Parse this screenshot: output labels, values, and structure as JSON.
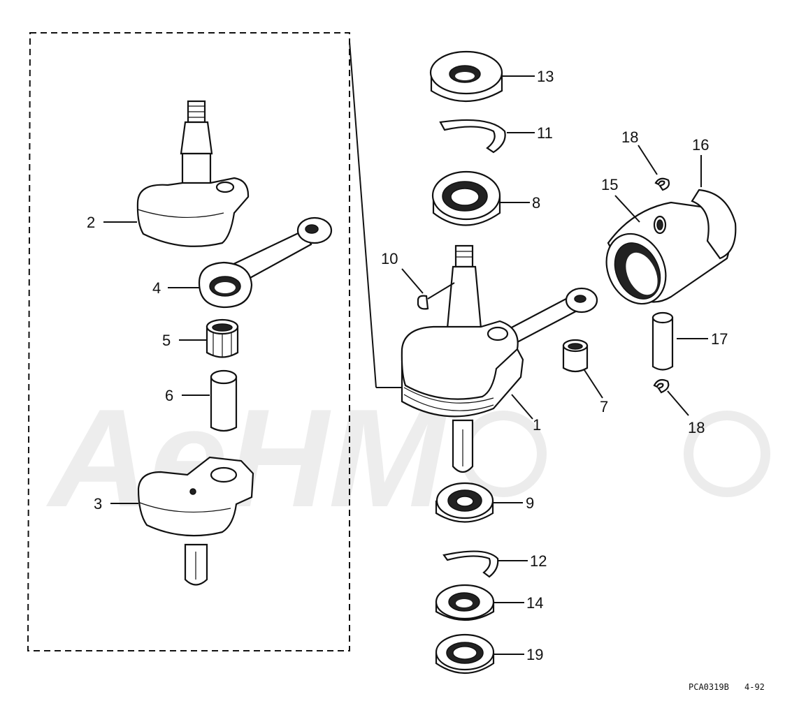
{
  "callouts": {
    "c1": "1",
    "c2": "2",
    "c3": "3",
    "c4": "4",
    "c5": "5",
    "c6": "6",
    "c7": "7",
    "c8": "8",
    "c9": "9",
    "c10": "10",
    "c11": "11",
    "c12": "12",
    "c13": "13",
    "c14": "14",
    "c15": "15",
    "c16": "16",
    "c17": "17",
    "c18a": "18",
    "c18b": "18",
    "c19": "19"
  },
  "footer": {
    "code": "PCA0319B",
    "date": "4-92"
  },
  "watermark": "AeHM"
}
